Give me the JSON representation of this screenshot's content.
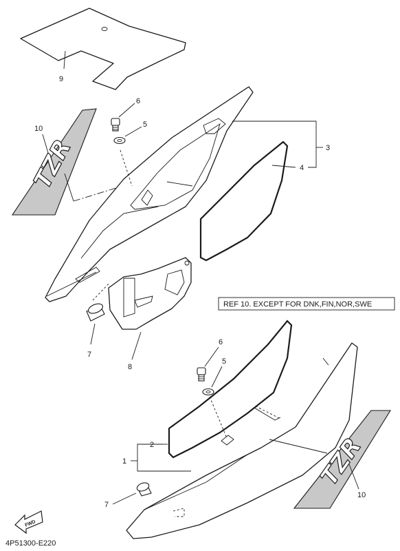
{
  "callouts": {
    "c1": "1",
    "c2": "2",
    "c3": "3",
    "c4": "4",
    "c5_top": "5",
    "c6_top": "6",
    "c7_top": "7",
    "c8": "8",
    "c9": "9",
    "c10_top": "10",
    "c5_bottom": "5",
    "c6_bottom": "6",
    "c7_bottom": "7",
    "c10_bottom": "10"
  },
  "note": {
    "text": "REF 10. EXCEPT FOR DNK,FIN,NOR,SWE"
  },
  "fwd_arrow": {
    "label": "FWD",
    "icon": "fwd-arrow-icon"
  },
  "drawing_code": "4P51300-E220",
  "emblem": {
    "text": "TZR"
  }
}
